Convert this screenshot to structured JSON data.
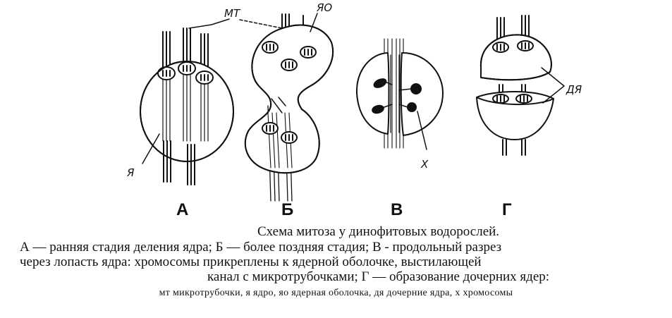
{
  "figure": {
    "labels": {
      "mt": "МТ",
      "yao": "ЯО",
      "ya": "Я",
      "dya": "ДЯ",
      "x": "Х"
    },
    "panels": [
      "А",
      "Б",
      "В",
      "Г"
    ]
  },
  "caption": {
    "title": "Схема митоза у динофитовых водорослей.",
    "line1": "А — ранняя стадия деления ядра; Б — более поздняя стадия; В - продольный разрез",
    "line2": "через лопасть ядра: хромосомы прикреплены к ядерной оболочке, выстилающей",
    "line3": "канал с микротрубочками; Г — образование дочерних ядер:",
    "abbreviations": "мт  микротрубочки, я  ядро, яо  ядерная оболочка, дя  дочерние ядра, х  хромосомы"
  }
}
